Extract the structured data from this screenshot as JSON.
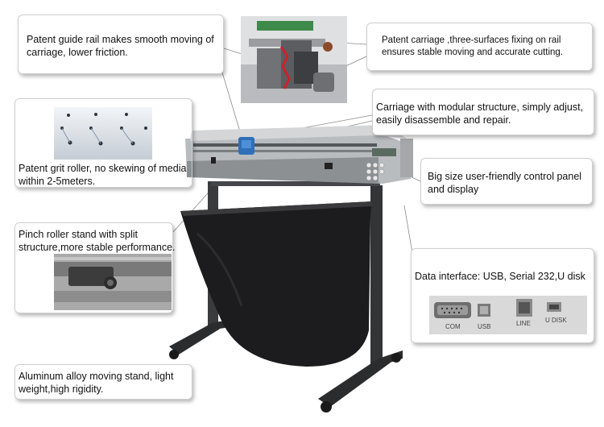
{
  "callouts": {
    "guide_rail": "Patent guide rail makes smooth moving of carriage, lower friction.",
    "carriage_surfaces": "Patent carriage ,three-surfaces fixing on rail ensures stable moving and accurate cutting.",
    "modular": "Carriage with modular structure, simply adjust, easily disassemble and repair.",
    "grit_roller": "Patent grit roller, no skewing of media within 2-5meters.",
    "control_panel": "Big size user-friendly control panel and display",
    "pinch_roller": "Pinch roller stand with split structure,more stable performance.",
    "data_interface": "Data interface: USB, Serial 232,U disk",
    "stand": "Aluminum alloy moving stand, light weight,high rigidity."
  },
  "ports": {
    "com": "COM",
    "usb": "USB",
    "line": "LINE",
    "udisk": "U DISK"
  },
  "colors": {
    "cutter_body": "#b9bcbf",
    "basket": "#1c1c1e",
    "frame": "#2e2f31",
    "carriage": "#2f6fb8",
    "callout_border": "#cfcfcf"
  }
}
